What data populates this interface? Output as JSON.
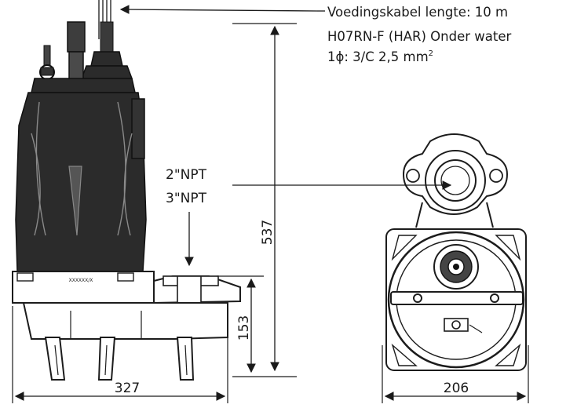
{
  "cable_note": {
    "line1": "Voedingskabel lengte: 10 m",
    "line2": "H07RN-F (HAR) Onder water",
    "line3_prefix": "1ϕ: 3/C 2,5 mm",
    "line3_sup": "2"
  },
  "labels": {
    "discharge_2": "2\"NPT",
    "discharge_3": "3\"NPT",
    "nameplate": "XXXXXX/X"
  },
  "dimensions": {
    "height_total": "537",
    "height_base": "153",
    "width_side": "327",
    "width_top": "206"
  },
  "colors": {
    "ink": "#1a1a1a",
    "body": "#2b2b2b",
    "highlight": "#8a8a8a"
  }
}
